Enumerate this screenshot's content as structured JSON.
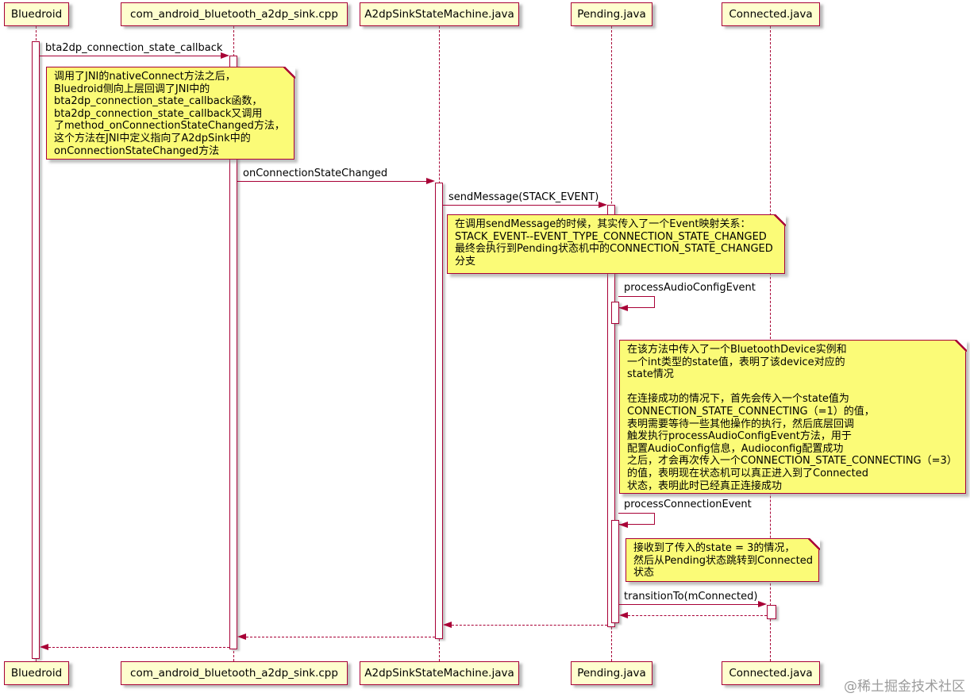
{
  "diagram_type": "plantuml-sequence",
  "colors": {
    "accent": "#A80036",
    "participant_fill": "#FEFECE",
    "note_fill": "#FBFB77",
    "activation_fill": "#FFFFFF",
    "text": "#000000",
    "watermark": "#9B9B9B"
  },
  "participants": [
    {
      "name": "Bluedroid"
    },
    {
      "name": "com_android_bluetooth_a2dp_sink.cpp"
    },
    {
      "name": "A2dpSinkStateMachine.java"
    },
    {
      "name": "Pending.java"
    },
    {
      "name": "Connected.java"
    }
  ],
  "messages": [
    {
      "label": "bta2dp_connection_state_callback",
      "from": "Bluedroid",
      "to": "com_android_bluetooth_a2dp_sink.cpp",
      "style": "solid"
    },
    {
      "label": "onConnectionStateChanged",
      "from": "com_android_bluetooth_a2dp_sink.cpp",
      "to": "A2dpSinkStateMachine.java",
      "style": "solid"
    },
    {
      "label": "sendMessage(STACK_EVENT)",
      "from": "A2dpSinkStateMachine.java",
      "to": "Pending.java",
      "style": "solid"
    },
    {
      "label": "processAudioConfigEvent",
      "from": "Pending.java",
      "to": "Pending.java",
      "style": "self"
    },
    {
      "label": "processConnectionEvent",
      "from": "Pending.java",
      "to": "Pending.java",
      "style": "self"
    },
    {
      "label": "transitionTo(mConnected)",
      "from": "Pending.java",
      "to": "Connected.java",
      "style": "solid"
    }
  ],
  "returns": [
    {
      "from": "Connected.java",
      "to": "Pending.java"
    },
    {
      "from": "Pending.java",
      "to": "A2dpSinkStateMachine.java"
    },
    {
      "from": "A2dpSinkStateMachine.java",
      "to": "com_android_bluetooth_a2dp_sink.cpp"
    },
    {
      "from": "com_android_bluetooth_a2dp_sink.cpp",
      "to": "Bluedroid"
    }
  ],
  "notes": [
    {
      "text": "调用了JNI的nativeConnect方法之后，\nBluedroid侧向上层回调了JNI中的\nbta2dp_connection_state_callback函数，\nbta2dp_connection_state_callback又调用\n了method_onConnectionStateChanged方法，\n这个方法在JNI中定义指向了A2dpSink中的\nonConnectionStateChanged方法"
    },
    {
      "text": "在调用sendMessage的时候，其实传入了一个Event映射关系：\nSTACK_EVENT--EVENT_TYPE_CONNECTION_STATE_CHANGED\n最终会执行到Pending状态机中的CONNECTION_STATE_CHANGED\n分支"
    },
    {
      "text": "在该方法中传入了一个BluetoothDevice实例和\n一个int类型的state值，表明了该device对应的\nstate情况\n\n在连接成功的情况下，首先会传入一个state值为\nCONNECTION_STATE_CONNECTING（=1）的值，\n表明需要等待一些其他操作的执行，然后底层回调\n触发执行processAudioConfigEvent方法，用于\n配置AudioConfig信息，Audioconfig配置成功\n之后，才会再次传入一个CONNECTION_STATE_CONNECTING（=3）\n的值，表明现在状态机可以真正进入到了Connected\n状态，表明此时已经真正连接成功"
    },
    {
      "text": "接收到了传入的state = 3的情况，\n然后从Pending状态跳转到Connected\n状态"
    }
  ],
  "watermark": "@稀土掘金技术社区"
}
